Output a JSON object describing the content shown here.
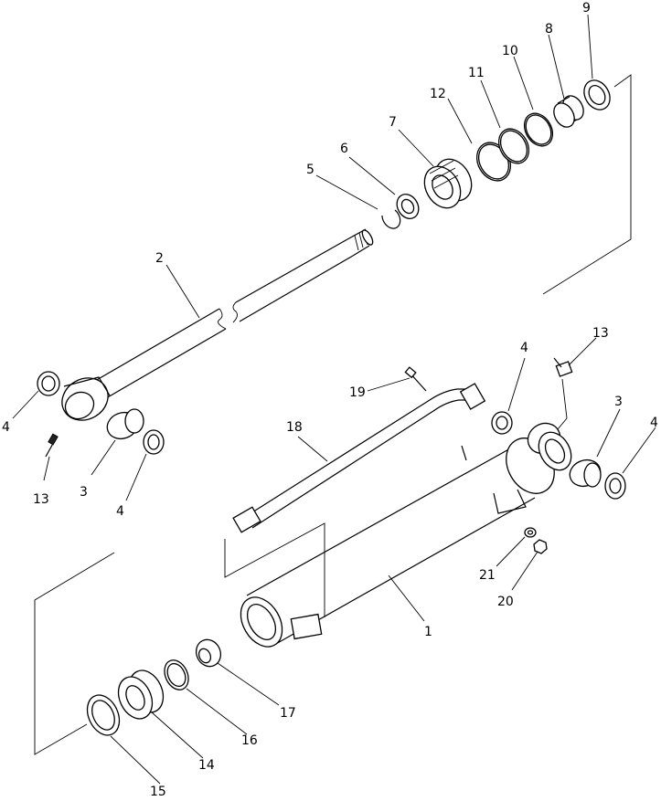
{
  "labels": [
    {
      "id": "1",
      "text": "1"
    },
    {
      "id": "2",
      "text": "2"
    },
    {
      "id": "3a",
      "text": "3"
    },
    {
      "id": "3b",
      "text": "3"
    },
    {
      "id": "4a",
      "text": "4"
    },
    {
      "id": "4b",
      "text": "4"
    },
    {
      "id": "4c",
      "text": "4"
    },
    {
      "id": "4d",
      "text": "4"
    },
    {
      "id": "5",
      "text": "5"
    },
    {
      "id": "6",
      "text": "6"
    },
    {
      "id": "7",
      "text": "7"
    },
    {
      "id": "8",
      "text": "8"
    },
    {
      "id": "9",
      "text": "9"
    },
    {
      "id": "10",
      "text": "10"
    },
    {
      "id": "11",
      "text": "11"
    },
    {
      "id": "12",
      "text": "12"
    },
    {
      "id": "13a",
      "text": "13"
    },
    {
      "id": "13b",
      "text": "13"
    },
    {
      "id": "14",
      "text": "14"
    },
    {
      "id": "15",
      "text": "15"
    },
    {
      "id": "16",
      "text": "16"
    },
    {
      "id": "17",
      "text": "17"
    },
    {
      "id": "18",
      "text": "18"
    },
    {
      "id": "19",
      "text": "19"
    },
    {
      "id": "20",
      "text": "20"
    },
    {
      "id": "21",
      "text": "21"
    }
  ]
}
